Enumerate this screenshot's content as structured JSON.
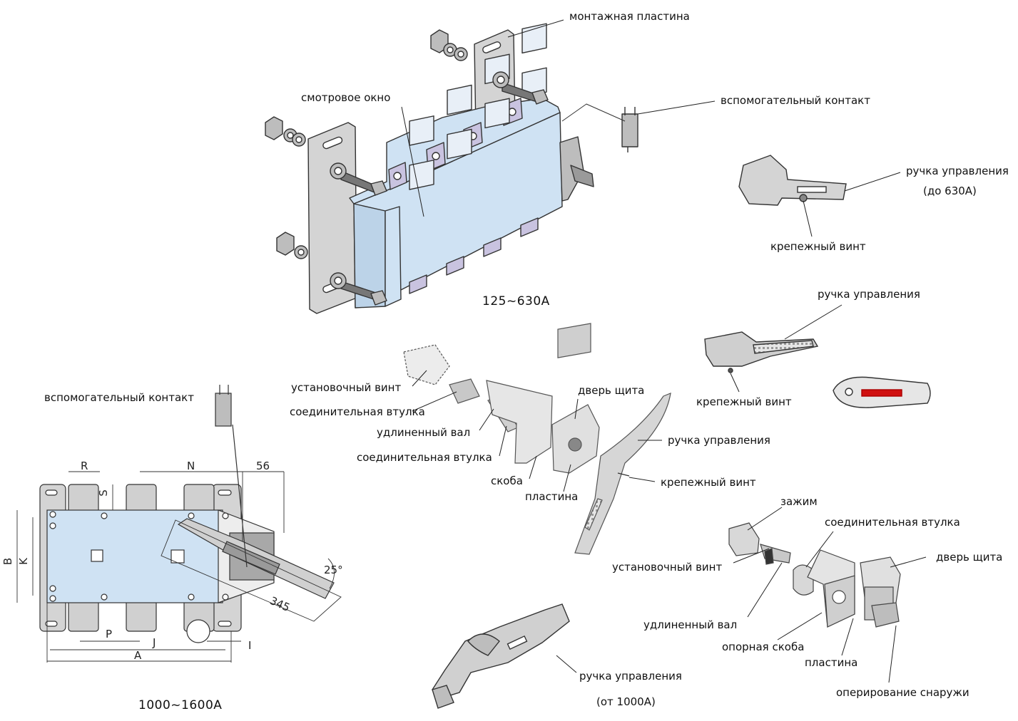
{
  "colors": {
    "body_blue": "#cfe2f3",
    "plate_gray": "#d4d4d4",
    "terminal_purple": "#c9c3e0",
    "line": "#333333",
    "handle_red": "#d01010"
  },
  "top_assembly": {
    "caption": "125~630A",
    "labels": {
      "mounting_plate": "монтажная пластина",
      "viewing_window": "смотровое окно",
      "aux_contact": "вспомогательный контакт",
      "handle": "ручка управления",
      "handle_note": "(до 630А)",
      "fixing_screw": "крепежный винт"
    }
  },
  "handle_right": {
    "handle": "ручка управления",
    "fixing_screw": "крепежный винт"
  },
  "middle_assembly": {
    "set_screw": "установочный винт",
    "coupling_sleeve_1": "соединительная втулка",
    "extension_shaft": "удлиненный вал",
    "coupling_sleeve_2": "соединительная втулка",
    "bracket": "скоба",
    "plate": "пластина",
    "panel_door": "дверь щита",
    "handle": "ручка управления",
    "fixing_screw": "крепежный винт"
  },
  "bottom_left": {
    "caption": "1000~1600A",
    "aux_contact": "вспомогательный контакт",
    "dimensions": {
      "R": "R",
      "N": "N",
      "d56": "56",
      "S": "S",
      "B": "B",
      "K": "K",
      "P": "P",
      "J": "J",
      "A": "A",
      "I": "I",
      "angle": "25°",
      "d345": "345"
    }
  },
  "bottom_handle": {
    "label": "ручка управления",
    "note": "(от 1000А)"
  },
  "bottom_right": {
    "clamp": "зажим",
    "coupling_sleeve": "соединительная втулка",
    "set_screw": "установочный винт",
    "panel_door": "дверь щита",
    "extension_shaft": "удлиненный вал",
    "support_bracket": "опорная скоба",
    "plate": "пластина",
    "external_operation": "оперирование снаружи"
  }
}
